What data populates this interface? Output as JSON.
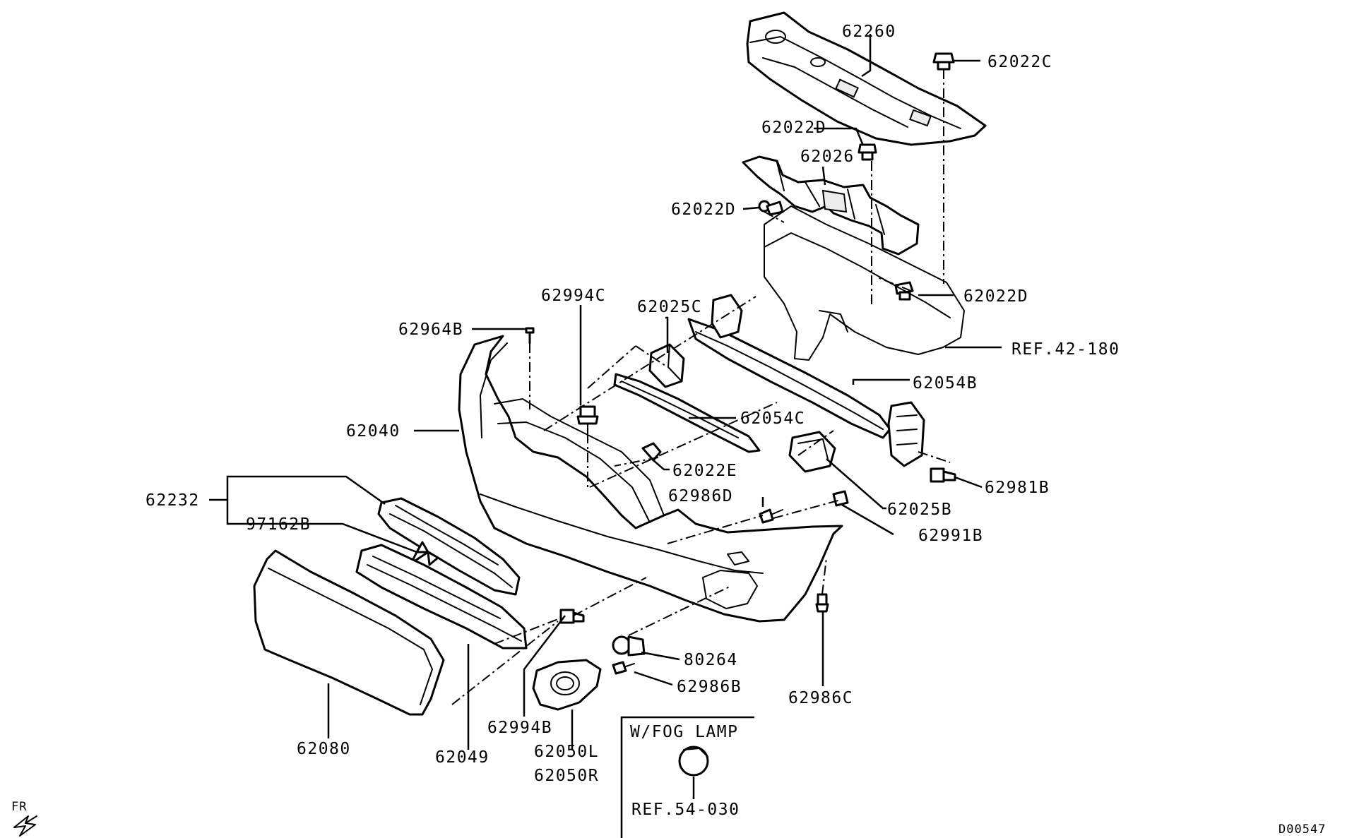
{
  "diagram_code": "D00547",
  "orientation_label": "FR",
  "inset": {
    "title": "W/FOG LAMP",
    "reference": "REF.54-030"
  },
  "labels": {
    "p62260": "62260",
    "p62022C": "62022C",
    "p62022D_a": "62022D",
    "p62026": "62026",
    "p62022D_b": "62022D",
    "p62022D_c": "62022D",
    "ref42180": "REF.42-180",
    "p62994C": "62994C",
    "p62025C": "62025C",
    "p62964B": "62964B",
    "p62054B": "62054B",
    "p62054C": "62054C",
    "p62040": "62040",
    "p62022E": "62022E",
    "p62981B": "62981B",
    "p62232": "62232",
    "p62986D": "62986D",
    "p62025B": "62025B",
    "p97162B": "97162B",
    "p62991B": "62991B",
    "p80264": "80264",
    "p62986B": "62986B",
    "p62986C": "62986C",
    "p62994B": "62994B",
    "p62080": "62080",
    "p62049": "62049",
    "p62050L": "62050L",
    "p62050R": "62050R"
  }
}
